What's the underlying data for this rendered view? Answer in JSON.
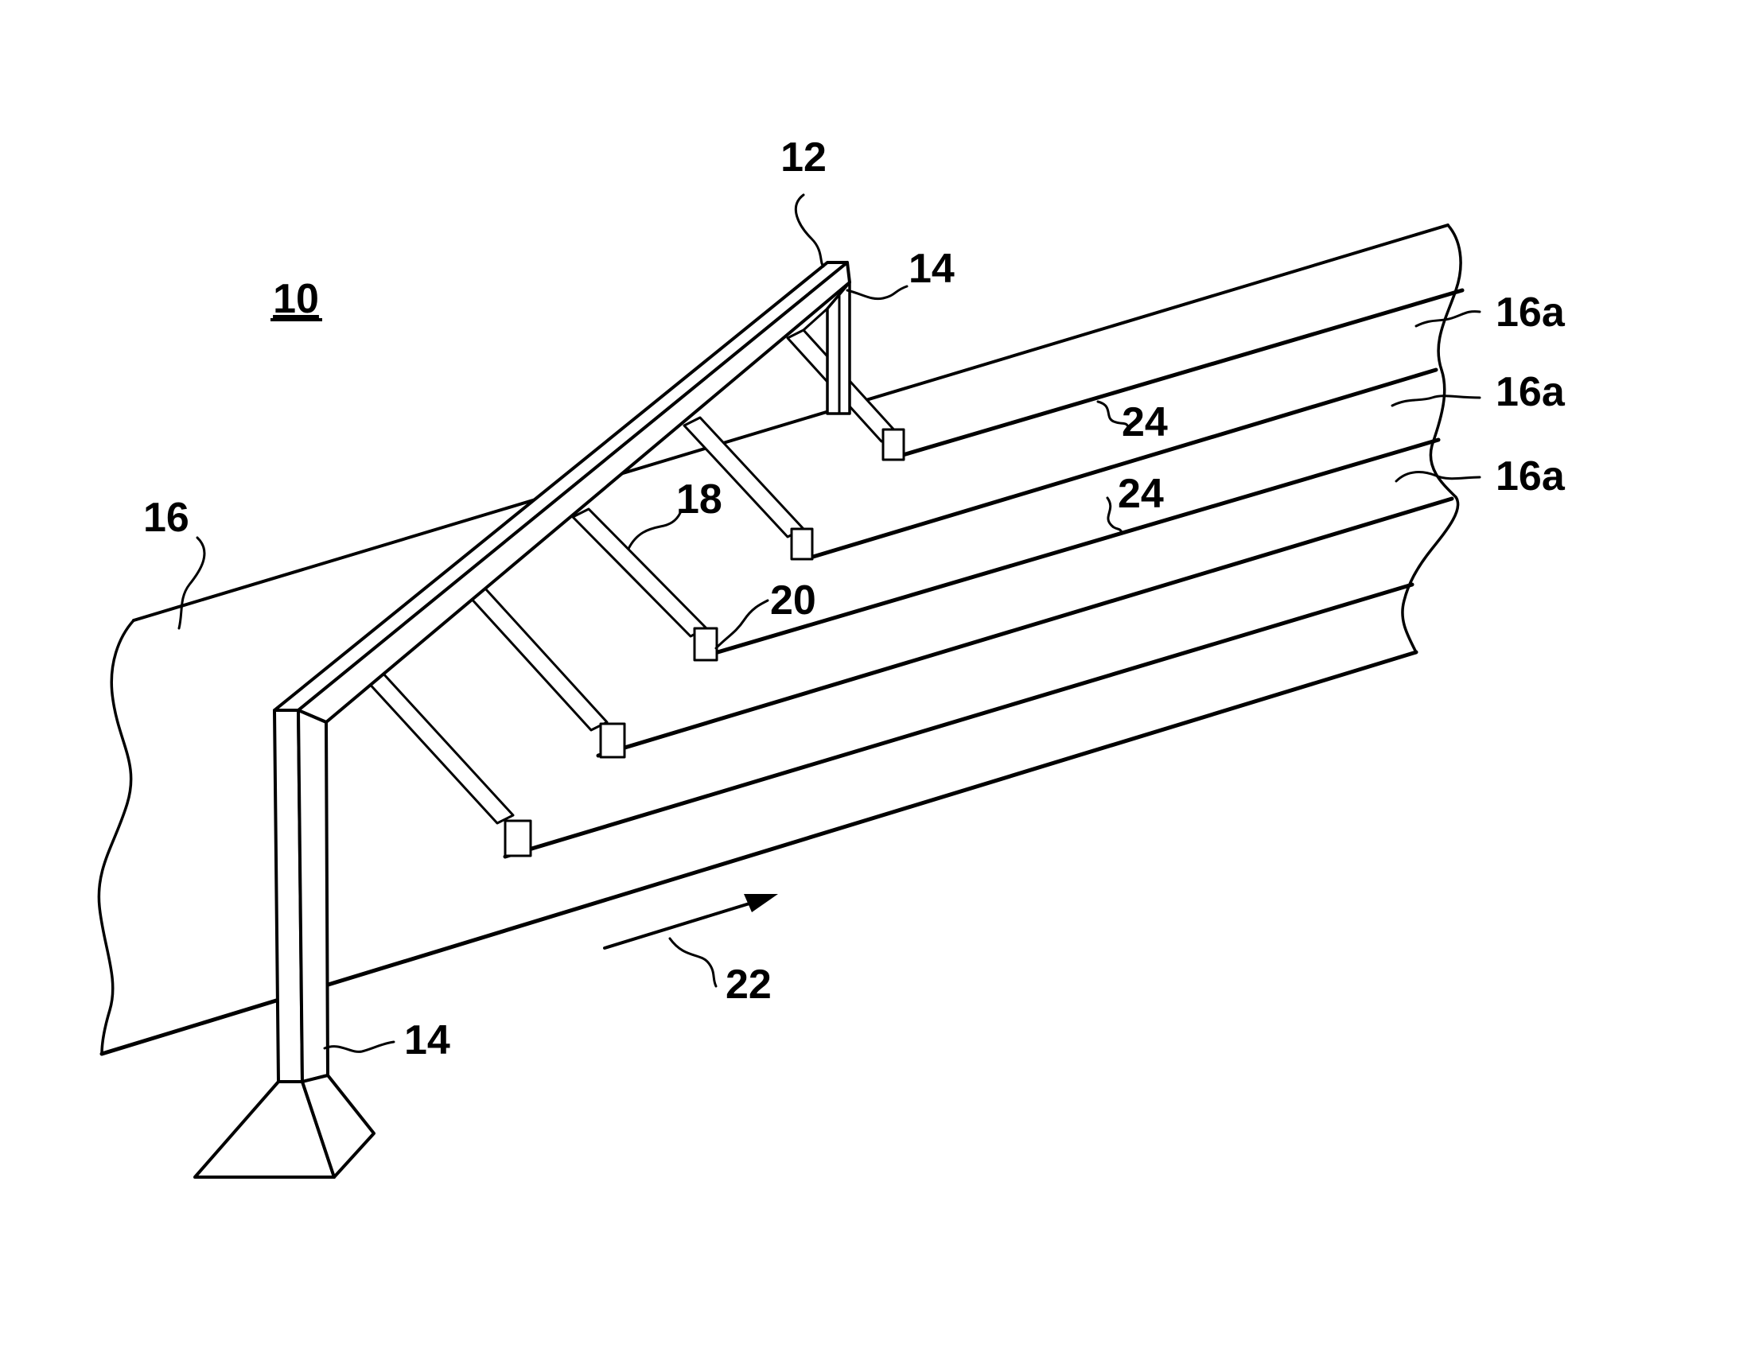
{
  "figure": {
    "labels": {
      "apparatus": "10",
      "frame": "12",
      "leg_top": "14",
      "leg_bottom": "14",
      "web": "16",
      "strip_1": "16a",
      "strip_2": "16a",
      "strip_3": "16a",
      "arm": "18",
      "blade": "20",
      "direction": "22",
      "slit_1": "24",
      "slit_2": "24"
    },
    "colors": {
      "ink": "#000000",
      "paper": "#ffffff"
    }
  }
}
